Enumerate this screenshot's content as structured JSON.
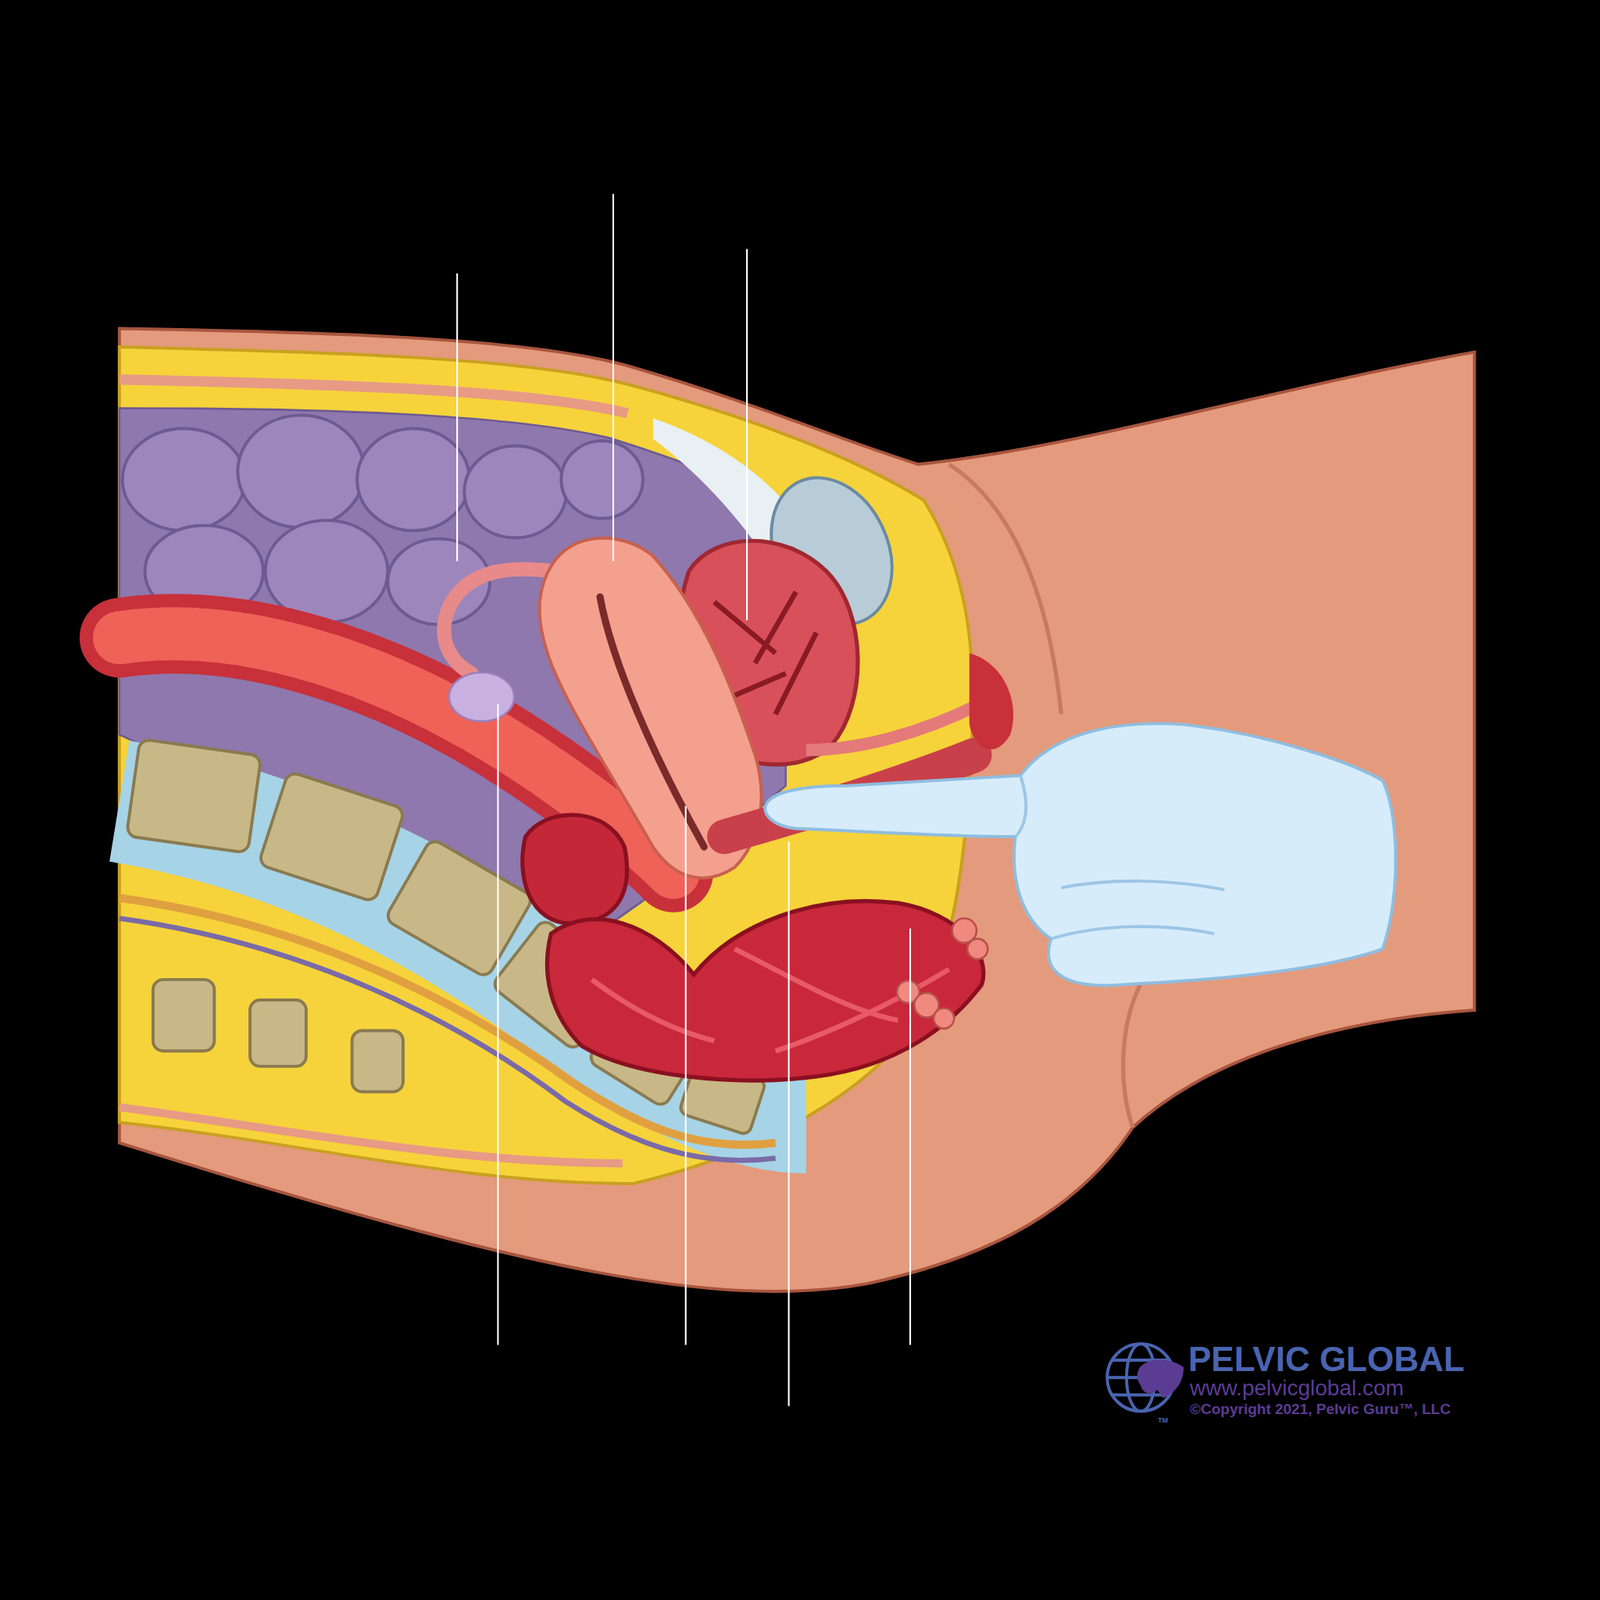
{
  "diagram": {
    "labels": [
      "PELVIC GLOBAL",
      "www.pelvicglobal.com",
      "©Copyright 2021, Pelvic Guru™, LLC",
      "TM"
    ]
  }
}
